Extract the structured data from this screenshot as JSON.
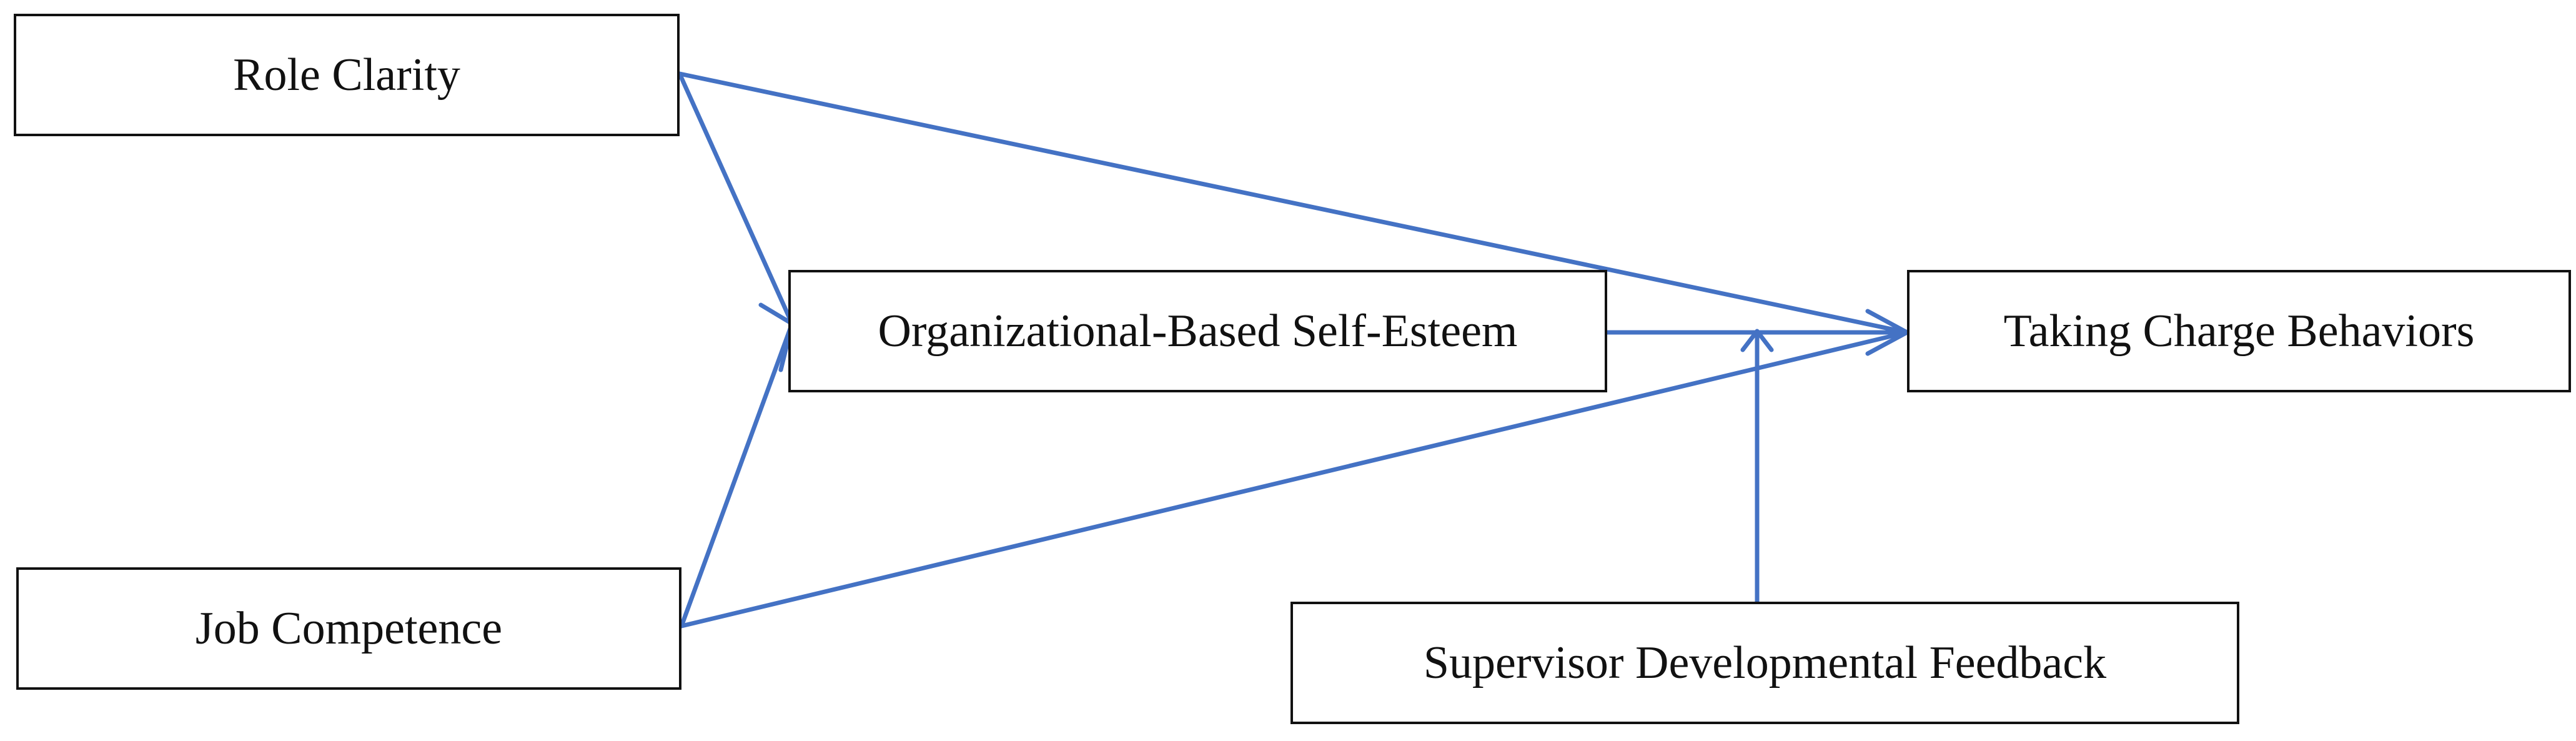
{
  "diagram": {
    "edge_color": "#4472C4",
    "nodes": {
      "role_clarity": "Role Clarity",
      "job_competence": "Job Competence",
      "obse": "Organizational-Based Self-Esteem",
      "taking_charge": "Taking Charge Behaviors",
      "supervisor_feedback": "Supervisor Developmental Feedback"
    },
    "edges": [
      {
        "from": "Role Clarity",
        "to": "Organizational-Based Self-Esteem"
      },
      {
        "from": "Role Clarity",
        "to": "Taking Charge Behaviors"
      },
      {
        "from": "Job Competence",
        "to": "Organizational-Based Self-Esteem"
      },
      {
        "from": "Job Competence",
        "to": "Taking Charge Behaviors"
      },
      {
        "from": "Organizational-Based Self-Esteem",
        "to": "Taking Charge Behaviors"
      },
      {
        "from": "Supervisor Developmental Feedback",
        "to": "Organizational-Based Self-Esteem → Taking Charge Behaviors path"
      }
    ]
  }
}
